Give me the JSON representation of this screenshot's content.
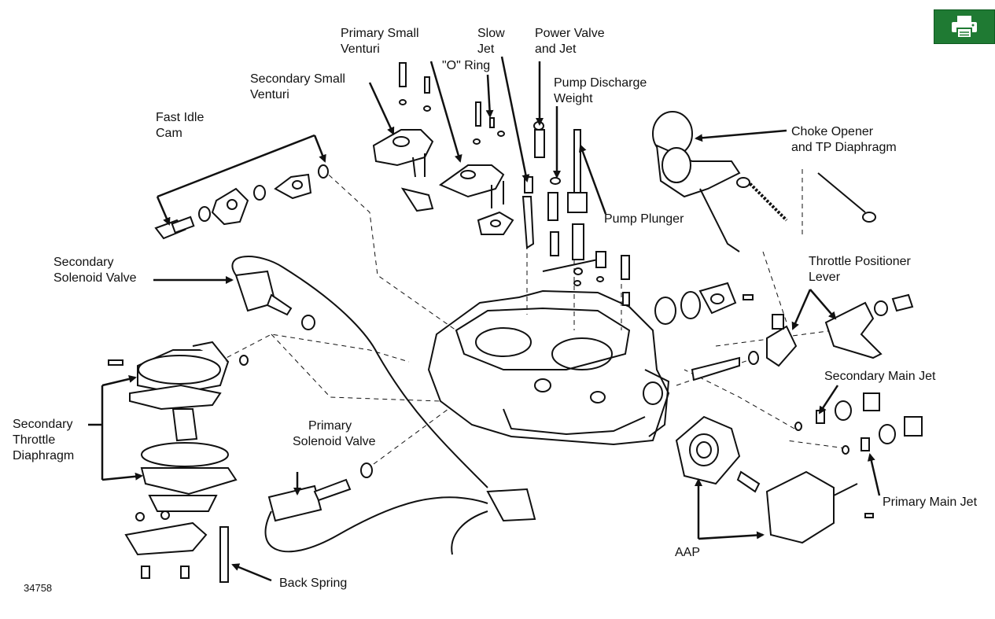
{
  "toolbar": {
    "print_button_icon": "printer-icon",
    "print_button_color": "#1f7a33"
  },
  "figure": {
    "number": "34758"
  },
  "labels": {
    "primary_small_venturi": [
      "Primary Small",
      "Venturi"
    ],
    "slow_jet": [
      "Slow",
      "Jet"
    ],
    "power_valve_and_jet": [
      "Power Valve",
      "and Jet"
    ],
    "o_ring": "\"O\" Ring",
    "secondary_small_venturi": [
      "Secondary Small",
      "Venturi"
    ],
    "pump_discharge_weight": [
      "Pump Discharge",
      "Weight"
    ],
    "fast_idle_cam": [
      "Fast Idle",
      "Cam"
    ],
    "choke_opener": [
      "Choke Opener",
      "and TP Diaphragm"
    ],
    "pump_plunger": "Pump Plunger",
    "secondary_solenoid_valve": [
      "Secondary",
      "Solenoid Valve"
    ],
    "throttle_positioner_lever": [
      "Throttle Positioner",
      "Lever"
    ],
    "secondary_main_jet": "Secondary Main Jet",
    "secondary_throttle_diaphragm": [
      "Secondary",
      "Throttle",
      "Diaphragm"
    ],
    "primary_solenoid_valve": [
      "Primary",
      "Solenoid Valve"
    ],
    "primary_main_jet": "Primary Main Jet",
    "aap": "AAP",
    "back_spring": "Back Spring"
  }
}
